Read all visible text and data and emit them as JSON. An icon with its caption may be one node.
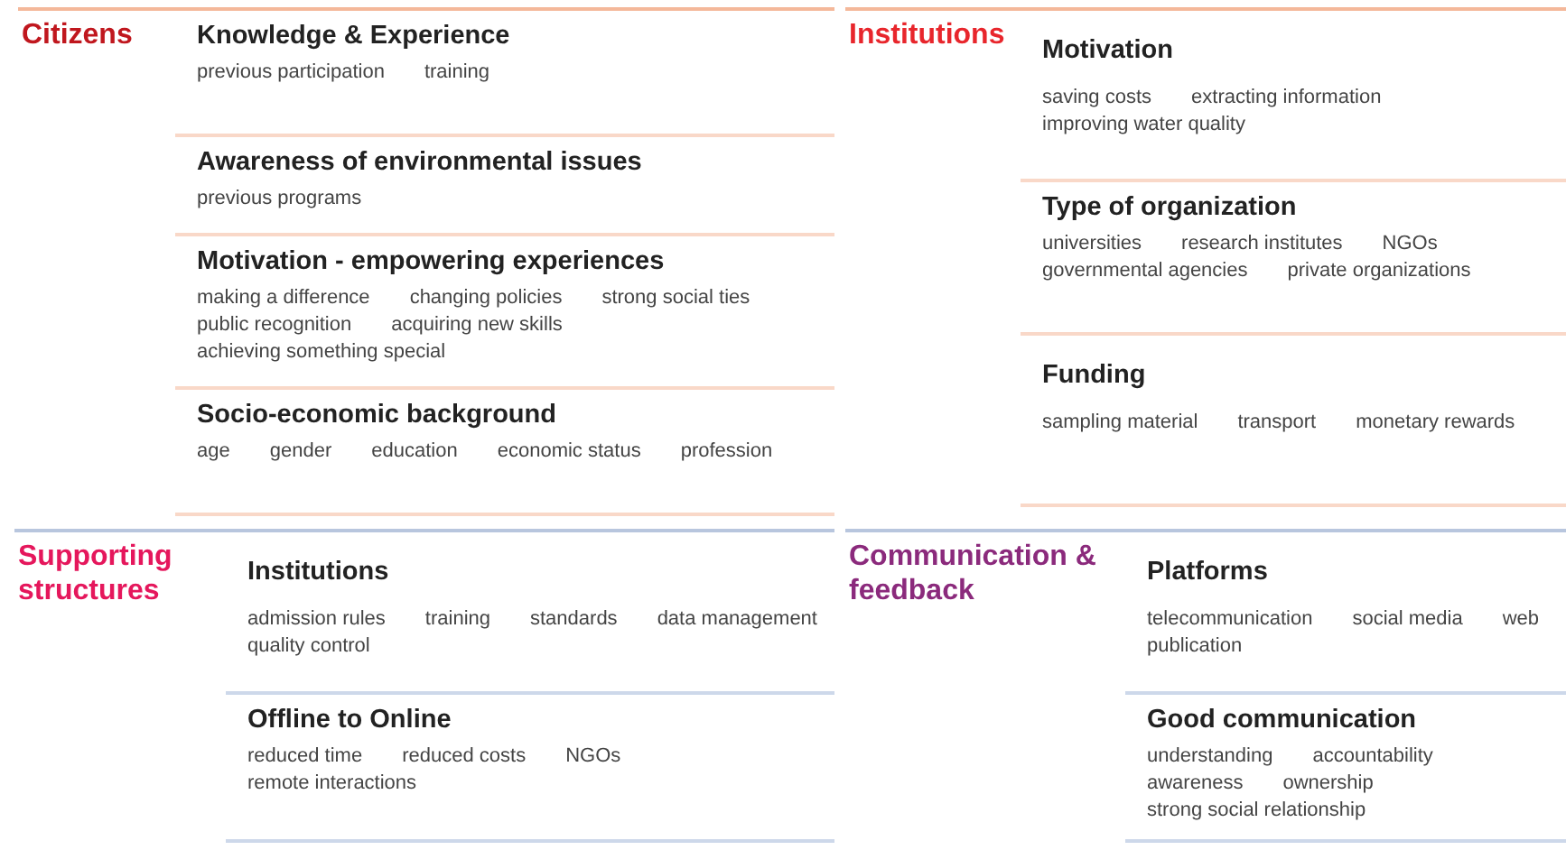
{
  "diagram": {
    "nodes": [
      {
        "text": [
          "Citizens"
        ]
      },
      {
        "text": [
          "Knowledge & Experience",
          "previous participation",
          "training"
        ],
        "in": 0
      },
      {
        "text": [
          "Awareness of environmental issues",
          "previous programs"
        ],
        "in": 0
      },
      {
        "text": [
          "Motivation - empowering experiences",
          "making a difference",
          "changing policies",
          "strong social ties",
          "public recognition",
          "acquiring new skills",
          "achieving something special"
        ],
        "in": 0
      },
      {
        "text": [
          "Socio-economic background",
          "age",
          "gender",
          "education",
          "economic status",
          "profession"
        ],
        "in": 0
      },
      {
        "text": [
          "Institutions"
        ]
      },
      {
        "text": [
          "Motivation",
          "saving costs",
          "extracting information",
          "improving water quality"
        ],
        "in": 5
      },
      {
        "text": [
          "Type of organization",
          "universities",
          "research institutes",
          "NGOs",
          "governmental agencies",
          "private organizations"
        ],
        "in": 5
      },
      {
        "text": [
          "Funding",
          "sampling material",
          "transport",
          "monetary rewards"
        ],
        "in": 5
      },
      {
        "text": [
          "Supporting structures"
        ]
      },
      {
        "text": [
          "Institutions",
          "admission rules",
          "training",
          "standards",
          "data management",
          "quality control"
        ],
        "in": 9
      },
      {
        "text": [
          "Offline to Online",
          "reduced time",
          "reduced costs",
          "NGOs",
          "remote interactions"
        ],
        "in": 9
      },
      {
        "text": [
          "Communication & feedback"
        ]
      },
      {
        "text": [
          "Platforms",
          "telecommunication",
          "social media",
          "web",
          "publication"
        ],
        "in": 12
      },
      {
        "text": [
          "Good communication",
          "understanding",
          "accountability",
          "awareness",
          "ownership",
          "strong social relationship"
        ],
        "in": 12
      }
    ]
  }
}
